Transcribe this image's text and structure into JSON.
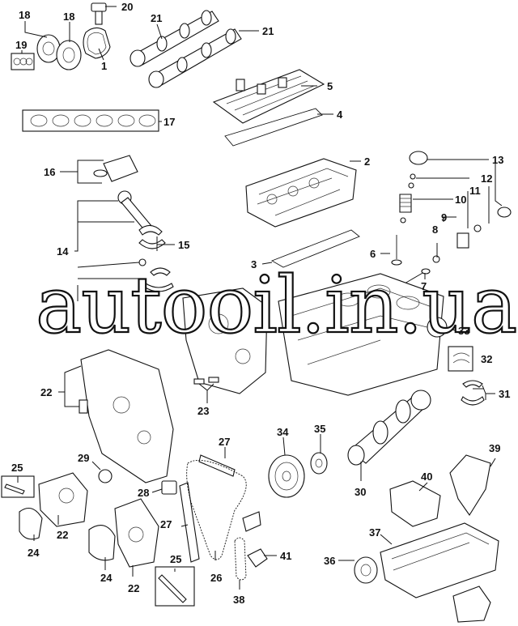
{
  "watermark": "autooil.in.ua",
  "callouts": [
    {
      "id": "c1",
      "label": "1"
    },
    {
      "id": "c2",
      "label": "2"
    },
    {
      "id": "c3",
      "label": "3"
    },
    {
      "id": "c4",
      "label": "4"
    },
    {
      "id": "c5",
      "label": "5"
    },
    {
      "id": "c6",
      "label": "6"
    },
    {
      "id": "c7",
      "label": "7"
    },
    {
      "id": "c8",
      "label": "8"
    },
    {
      "id": "c9",
      "label": "9"
    },
    {
      "id": "c10",
      "label": "10"
    },
    {
      "id": "c11",
      "label": "11"
    },
    {
      "id": "c12",
      "label": "12"
    },
    {
      "id": "c13",
      "label": "13"
    },
    {
      "id": "c14",
      "label": "14"
    },
    {
      "id": "c15",
      "label": "15"
    },
    {
      "id": "c16",
      "label": "16"
    },
    {
      "id": "c17",
      "label": "17"
    },
    {
      "id": "c18a",
      "label": "18"
    },
    {
      "id": "c18b",
      "label": "18"
    },
    {
      "id": "c19",
      "label": "19"
    },
    {
      "id": "c20",
      "label": "20"
    },
    {
      "id": "c21a",
      "label": "21"
    },
    {
      "id": "c21b",
      "label": "21"
    },
    {
      "id": "c22a",
      "label": "22"
    },
    {
      "id": "c22b",
      "label": "22"
    },
    {
      "id": "c22c",
      "label": "22"
    },
    {
      "id": "c23",
      "label": "23"
    },
    {
      "id": "c24a",
      "label": "24"
    },
    {
      "id": "c24b",
      "label": "24"
    },
    {
      "id": "c25a",
      "label": "25"
    },
    {
      "id": "c25b",
      "label": "25"
    },
    {
      "id": "c26",
      "label": "26"
    },
    {
      "id": "c27a",
      "label": "27"
    },
    {
      "id": "c27b",
      "label": "27"
    },
    {
      "id": "c28",
      "label": "28"
    },
    {
      "id": "c29",
      "label": "29"
    },
    {
      "id": "c30",
      "label": "30"
    },
    {
      "id": "c31",
      "label": "31"
    },
    {
      "id": "c32",
      "label": "32"
    },
    {
      "id": "c33",
      "label": "33"
    },
    {
      "id": "c34",
      "label": "34"
    },
    {
      "id": "c35",
      "label": "35"
    },
    {
      "id": "c36",
      "label": "36"
    },
    {
      "id": "c37",
      "label": "37"
    },
    {
      "id": "c38",
      "label": "38"
    },
    {
      "id": "c39",
      "label": "39"
    },
    {
      "id": "c40",
      "label": "40"
    },
    {
      "id": "c41",
      "label": "41"
    }
  ]
}
